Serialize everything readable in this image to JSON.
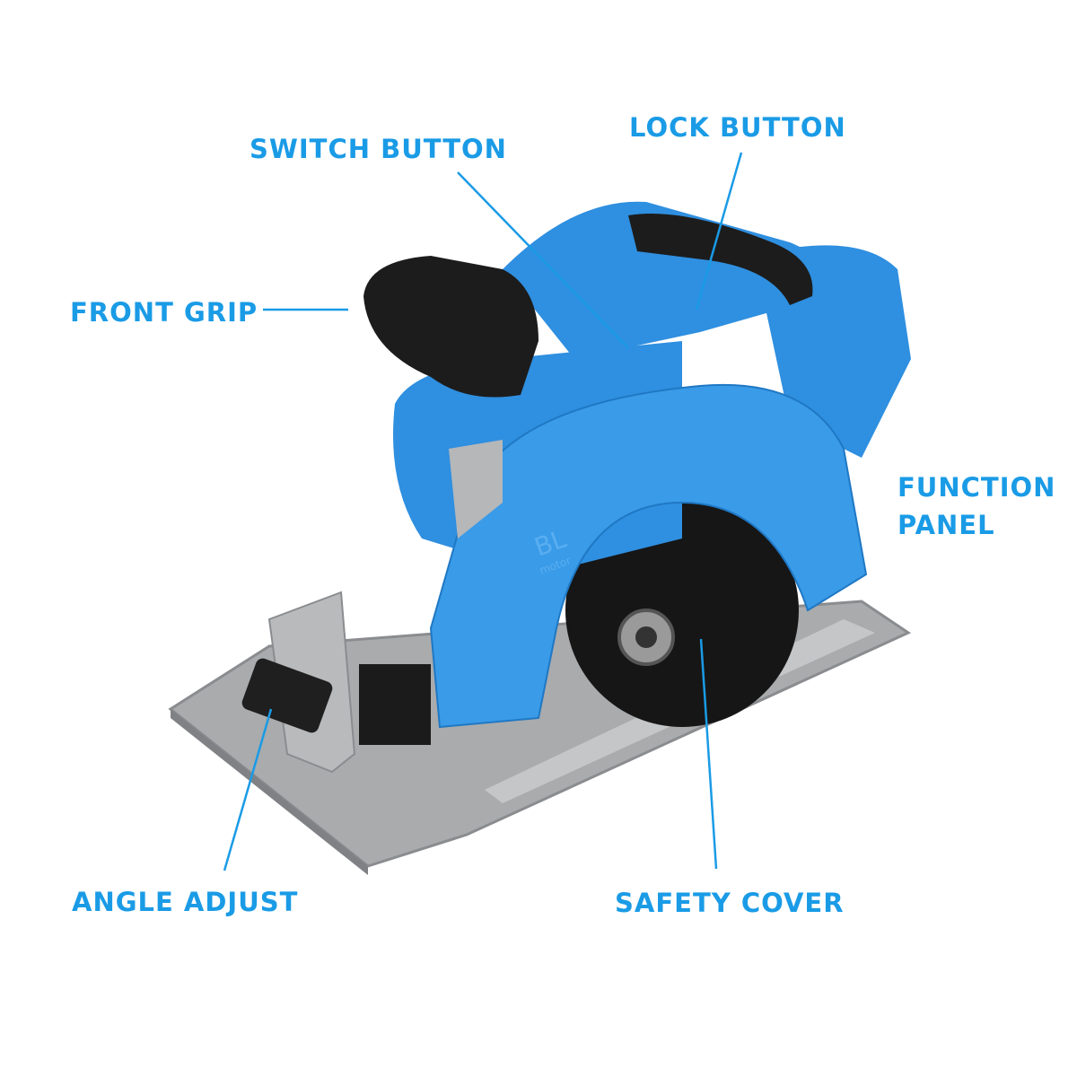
{
  "labels": {
    "switch_button": "SWITCH BUTTON",
    "lock_button": "LOCK BUTTON",
    "front_grip": "FRONT GRIP",
    "function_panel_line1": "FUNCTION",
    "function_panel_line2": "PANEL",
    "angle_adjust": "ANGLE ADJUST",
    "safety_cover": "SAFETY COVER"
  },
  "product_marking": "BL motor",
  "colors": {
    "label": "#1a9be6",
    "body": "#2f8fe0",
    "grip": "#1c1c1c",
    "base": "#a9abad"
  }
}
